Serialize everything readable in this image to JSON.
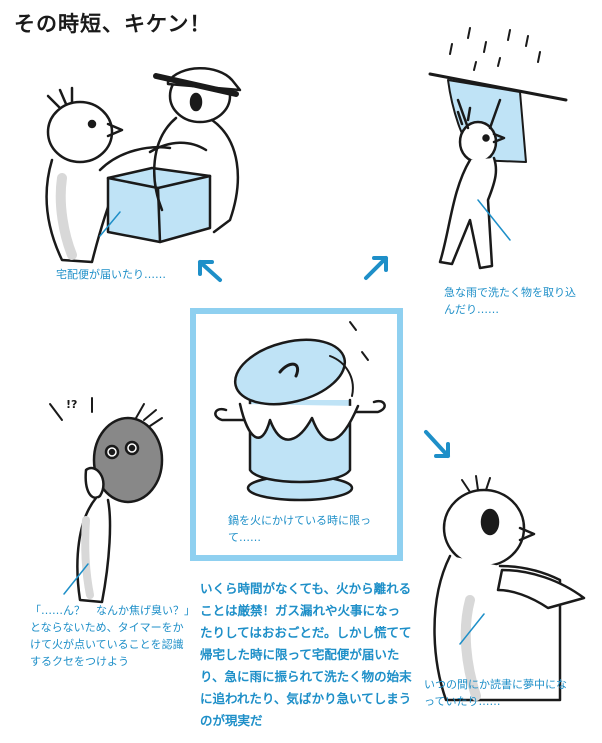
{
  "title": "その時短、キケン！",
  "captions": {
    "top_left": "宅配便が届いたり……",
    "top_right": "急な雨で洗たく物を取り込んだり……",
    "center": "鍋を火にかけている時に限って……",
    "mid_left": "「……ん？　なんか焦げ臭い？」とならないため、タイマーをかけて火が点いていることを認識するクセをつけよう",
    "bottom_right": "いつの間にか読書に夢中になっていたり……"
  },
  "body_text": "いくら時間がなくても、火から離れることは厳禁！ガス漏れや火事になったりしてはおおごとだ。しかし慌てて帰宅した時に限って宅配便が届いたり、急に雨に振られて洗たく物の始末に追われたり、気ばかり急いてしまうのが現実だ",
  "exclaim": "!?",
  "colors": {
    "accent": "#1e8fc8",
    "light_blue": "#bfe3f6",
    "box_border": "#8fd0f0",
    "ink": "#1a1a1a"
  }
}
